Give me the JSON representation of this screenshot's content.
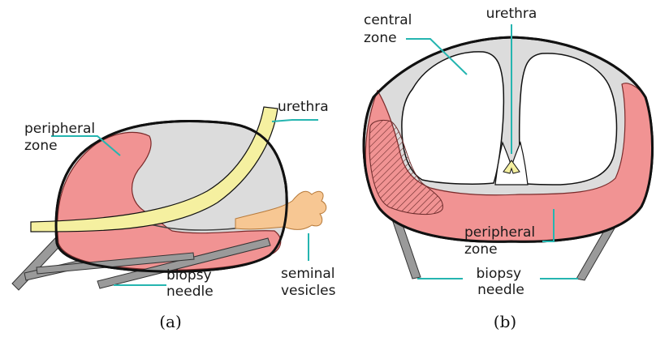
{
  "panel_a": {
    "caption": "(a)",
    "labels": {
      "peripheral": [
        "peripheral",
        "zone"
      ],
      "urethra": [
        "urethra"
      ],
      "biopsy": [
        "biopsy",
        "needle"
      ],
      "seminal": [
        "seminal",
        "vesicles"
      ]
    }
  },
  "panel_b": {
    "caption": "(b)",
    "labels": {
      "central": [
        "central",
        "zone"
      ],
      "urethra": [
        "urethra"
      ],
      "peripheral": [
        "peripheral",
        "zone"
      ],
      "biopsy": [
        "biopsy",
        "needle"
      ]
    }
  },
  "colors": {
    "peripheral_zone": "#f19393",
    "gland_fill": "#dcdcdc",
    "urethra": "#f5f0a0",
    "seminal_vesicles": "#f7c793",
    "needle": "#9a9a9a",
    "leader": "#25b5b0",
    "outline": "#111111"
  }
}
